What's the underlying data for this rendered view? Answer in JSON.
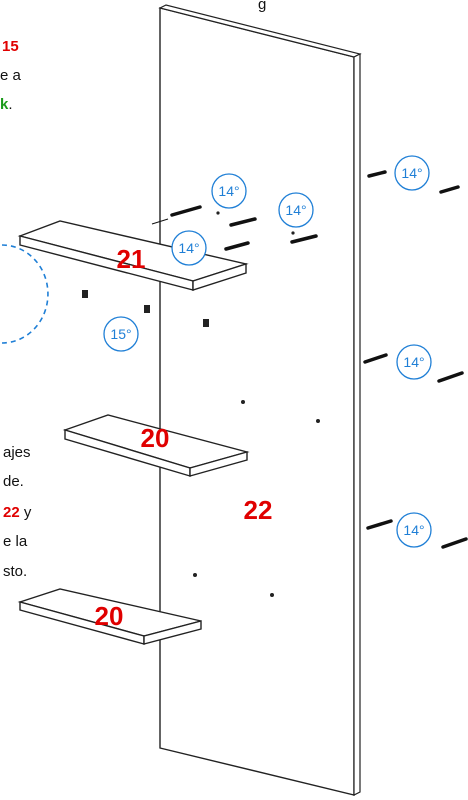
{
  "text": {
    "top_fragment": "g",
    "left_line1_red": "15",
    "left_line2": "e a",
    "left_line3_green": "k",
    "left_line3_dot": ".",
    "bottom_line1": "ajes",
    "bottom_line2": "de.",
    "bottom_line3_red": "22",
    "bottom_line3_rest": " y",
    "bottom_line4": "e la",
    "bottom_line5": "sto."
  },
  "parts": {
    "shelf_top": "21",
    "shelf_middle": "20",
    "shelf_bottom": "20",
    "panel": "22"
  },
  "callouts": {
    "c1": "14°",
    "c2": "14°",
    "c3": "14°",
    "c4": "15°",
    "c5": "14°",
    "c6": "14°",
    "c7": "14°"
  },
  "colors": {
    "label_red": "#e00000",
    "callout_blue": "#1f7fd6",
    "text_green": "#1a9a1a",
    "line": "#222222"
  }
}
